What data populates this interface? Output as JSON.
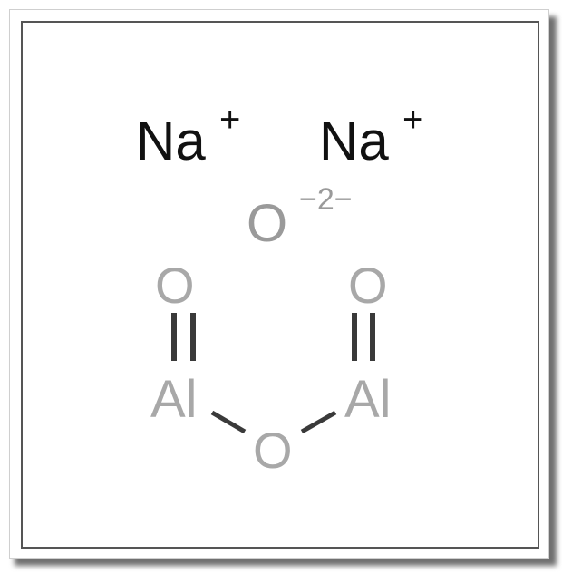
{
  "molecule": {
    "cations": [
      {
        "symbol": "Na",
        "charge": "+"
      },
      {
        "symbol": "Na",
        "charge": "+"
      }
    ],
    "anion": {
      "symbol": "O",
      "charge": "−2−"
    },
    "aluminum_oxide_fragment": {
      "oxo_left": "O",
      "oxo_right": "O",
      "al_left": "Al",
      "al_right": "Al",
      "bridging_oxygen": "O"
    }
  },
  "colors": {
    "ion_text": "#111111",
    "fragment_text": "#a8a8a8",
    "oxygen_text": "#9a9a9a",
    "bond": "#3a3a3a",
    "frame_border": "#555555"
  }
}
